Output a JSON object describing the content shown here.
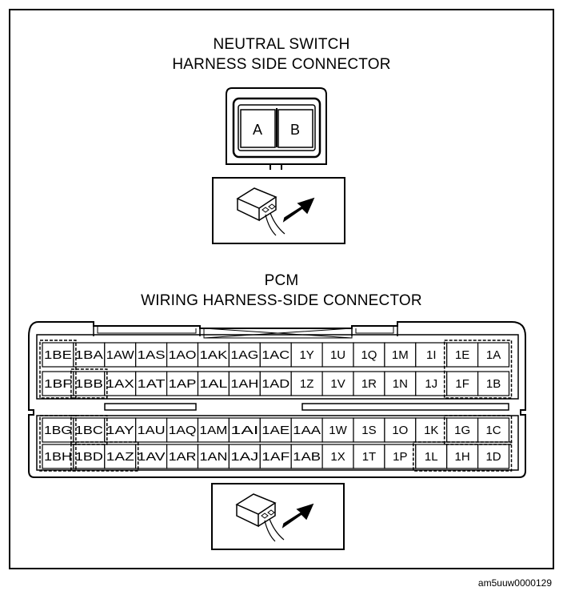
{
  "neutral_switch": {
    "title_line1": "NEUTRAL SWITCH",
    "title_line2": "HARNESS SIDE CONNECTOR",
    "pins": [
      "A",
      "B"
    ]
  },
  "pcm": {
    "title_line1": "PCM",
    "title_line2": "WIRING HARNESS-SIDE CONNECTOR",
    "rows": [
      [
        "1BE",
        "1BA",
        "1AW",
        "1AS",
        "1AO",
        "1AK",
        "1AG",
        "1AC",
        "1Y",
        "1U",
        "1Q",
        "1M",
        "1I",
        "1E",
        "1A"
      ],
      [
        "1BF",
        "1BB",
        "1AX",
        "1AT",
        "1AP",
        "1AL",
        "1AH",
        "1AD",
        "1Z",
        "1V",
        "1R",
        "1N",
        "1J",
        "1F",
        "1B"
      ],
      [
        "1BG",
        "1BC",
        "1AY",
        "1AU",
        "1AQ",
        "1AM",
        "1AI",
        "1AE",
        "1AA",
        "1W",
        "1S",
        "1O",
        "1K",
        "1G",
        "1C"
      ],
      [
        "1BH",
        "1BD",
        "1AZ",
        "1AV",
        "1AR",
        "1AN",
        "1AJ",
        "1AF",
        "1AB",
        "1X",
        "1T",
        "1P",
        "1L",
        "1H",
        "1D"
      ]
    ]
  },
  "footer_code": "am5uuw0000129"
}
